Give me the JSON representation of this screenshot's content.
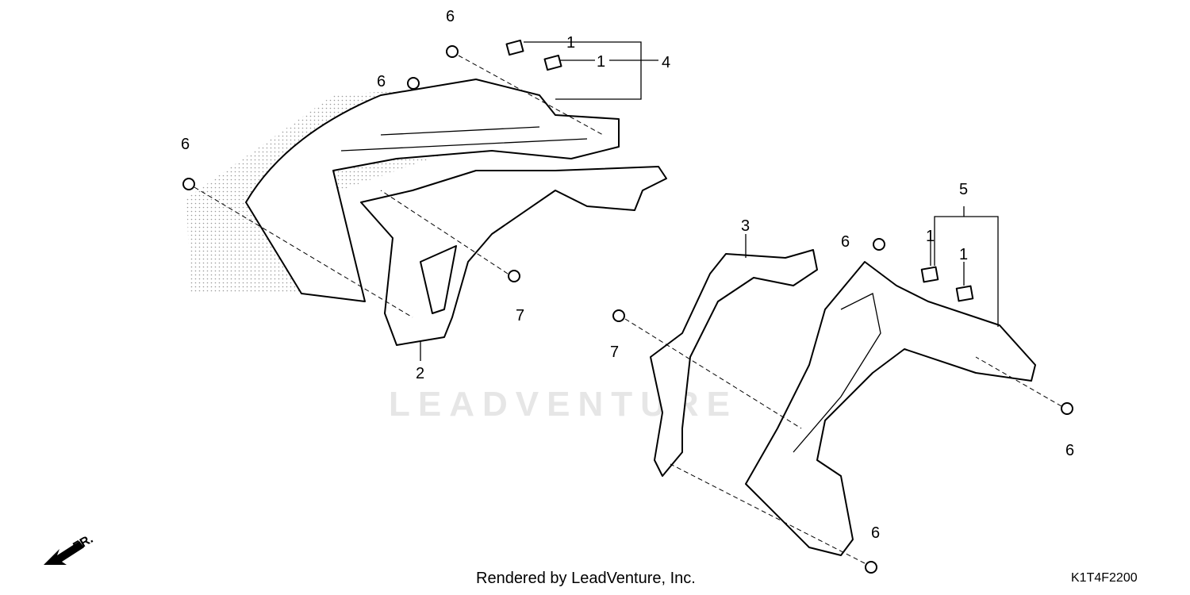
{
  "diagram": {
    "callouts": {
      "c1a": "1",
      "c1b": "1",
      "c1c": "1",
      "c1d": "1",
      "c2": "2",
      "c3": "3",
      "c4": "4",
      "c5": "5",
      "c6a": "6",
      "c6b": "6",
      "c6c": "6",
      "c6d": "6",
      "c6e": "6",
      "c6f": "6",
      "c7a": "7",
      "c7b": "7"
    },
    "front_arrow_label": "FR.",
    "watermark": "LEADVENTURE",
    "credit": "Rendered by LeadVenture, Inc.",
    "diagram_code": "K1T4F2200"
  }
}
